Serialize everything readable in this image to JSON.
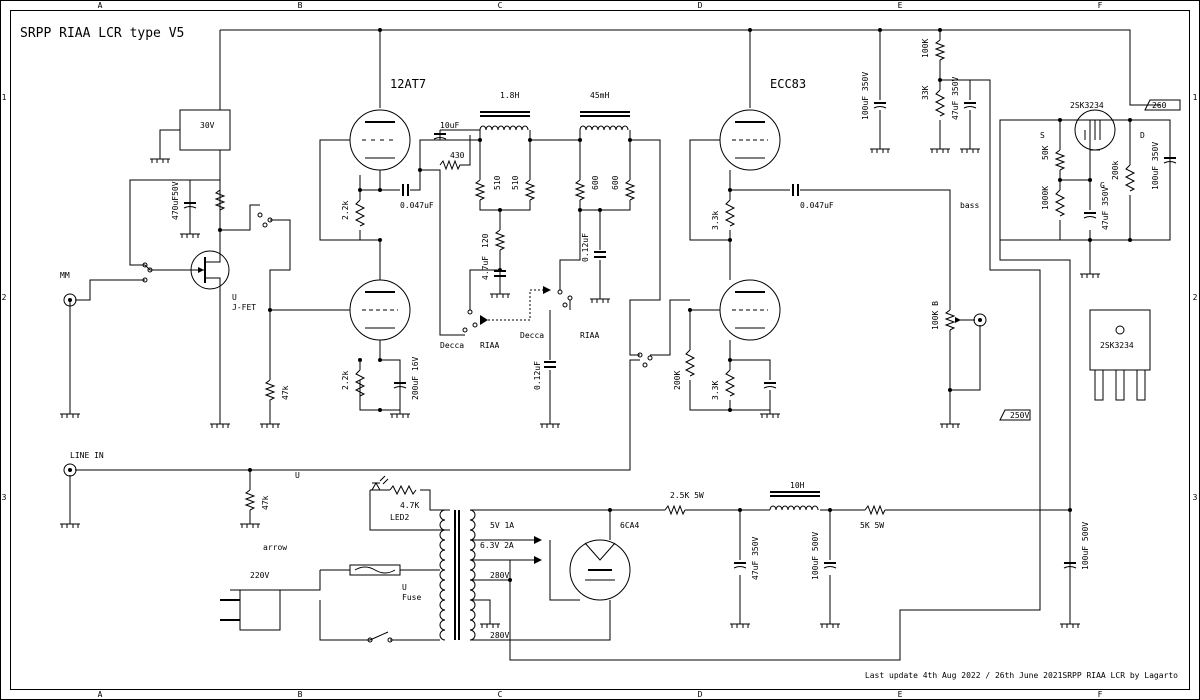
{
  "title": "SRPP RIAA LCR type V5",
  "footer": "Last update 4th Aug 2022 / 26th June 2021SRPP RIAA LCR by Lagarto",
  "frame": {
    "columns": [
      "A",
      "B",
      "C",
      "D",
      "E",
      "F"
    ],
    "rows": [
      "1",
      "2",
      "3"
    ]
  },
  "labels": {
    "mm": "MM",
    "line_in": "LINE IN",
    "supply_30v": "30V",
    "c_470u": "470uF50V",
    "jfet_u": "U",
    "jfet": "J-FET",
    "r_47k_a": "47k",
    "r_47k_b": "47k",
    "u_line": "U",
    "tube_12at7": "12AT7",
    "r_2k2_top": "2.2k",
    "r_2k2_bot": "2.2k",
    "c_200u": "200uF 16V",
    "c_047_a": "0.047uF",
    "c_10u": "10uF",
    "r_430": "430",
    "l_18h": "1.8H",
    "r_510_a": "510",
    "r_510_b": "510",
    "r_120": "120",
    "c_47u_riaa": "4.7uF",
    "decca_a": "Decca",
    "riaa_a": "RIAA",
    "l_45mh": "45mH",
    "r_600_a": "600",
    "r_600_b": "600",
    "c_012_a": "0.12uF",
    "c_012_b": "0.12uF",
    "decca_b": "Decca",
    "riaa_b": "RIAA",
    "tube_ecc83": "ECC83",
    "r_3k3_top": "3.3k",
    "r_3k3_bot": "3.3K",
    "r_200k_d": "200K",
    "c_047_b": "0.047uF",
    "bass": "bass",
    "pot_100kb": "100K B",
    "c_100u350": "100uF 350V",
    "r_100k": "100K",
    "r_33k": "33K",
    "c_47u350": "47uF 350V",
    "mos_2sk3234": "2SK3234",
    "mos_s": "S",
    "mos_g": "G",
    "mos_d": "D",
    "r_50k": "50K",
    "r_1000k": "1000K",
    "c_47u_g": "47uF 350V",
    "r_200k_f": "200k",
    "c_100u_f": "100uF 350V",
    "v260": "260",
    "v250": "250V",
    "pkg_2sk3234": "2SK3234",
    "led2": "LED2",
    "r_4k7": "4.7K",
    "arrow": "arrow",
    "v220": "220V",
    "fuse_u": "U",
    "fuse": "Fuse",
    "w_5v": "5V 1A",
    "w_63v": "6.3V 2A",
    "w_280a": "280V",
    "w_280b": "280V",
    "tube_6ca4": "6CA4",
    "r_2k5": "2.5K 5W",
    "l_10h": "10H",
    "r_5k": "5K 5W",
    "c_47u_ps": "47uF 350V",
    "c_100u500_a": "100uF 500V",
    "c_100u500_b": "100uF 500V"
  }
}
